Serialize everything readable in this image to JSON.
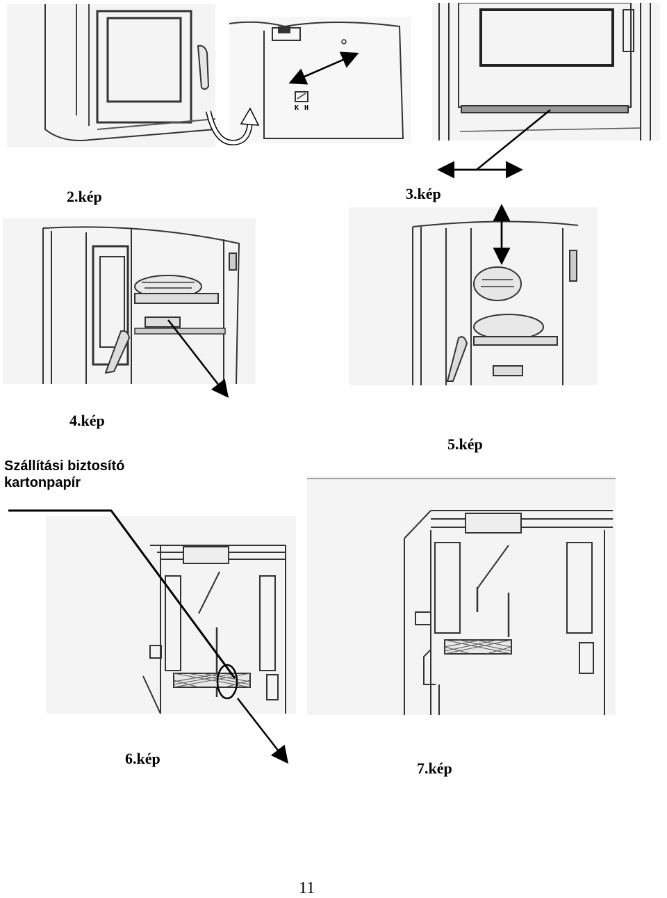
{
  "captions": {
    "kep2": "2.kép",
    "kep3": "3.kép",
    "kep4": "4.kép",
    "kep5": "5.kép",
    "kep6": "6.kép",
    "kep7": "7.kép"
  },
  "note": {
    "line1": "Szállítási biztosító",
    "line2": "kartonpapír"
  },
  "figure2_panel_marks": [
    "K",
    "H"
  ],
  "page_number": "11"
}
